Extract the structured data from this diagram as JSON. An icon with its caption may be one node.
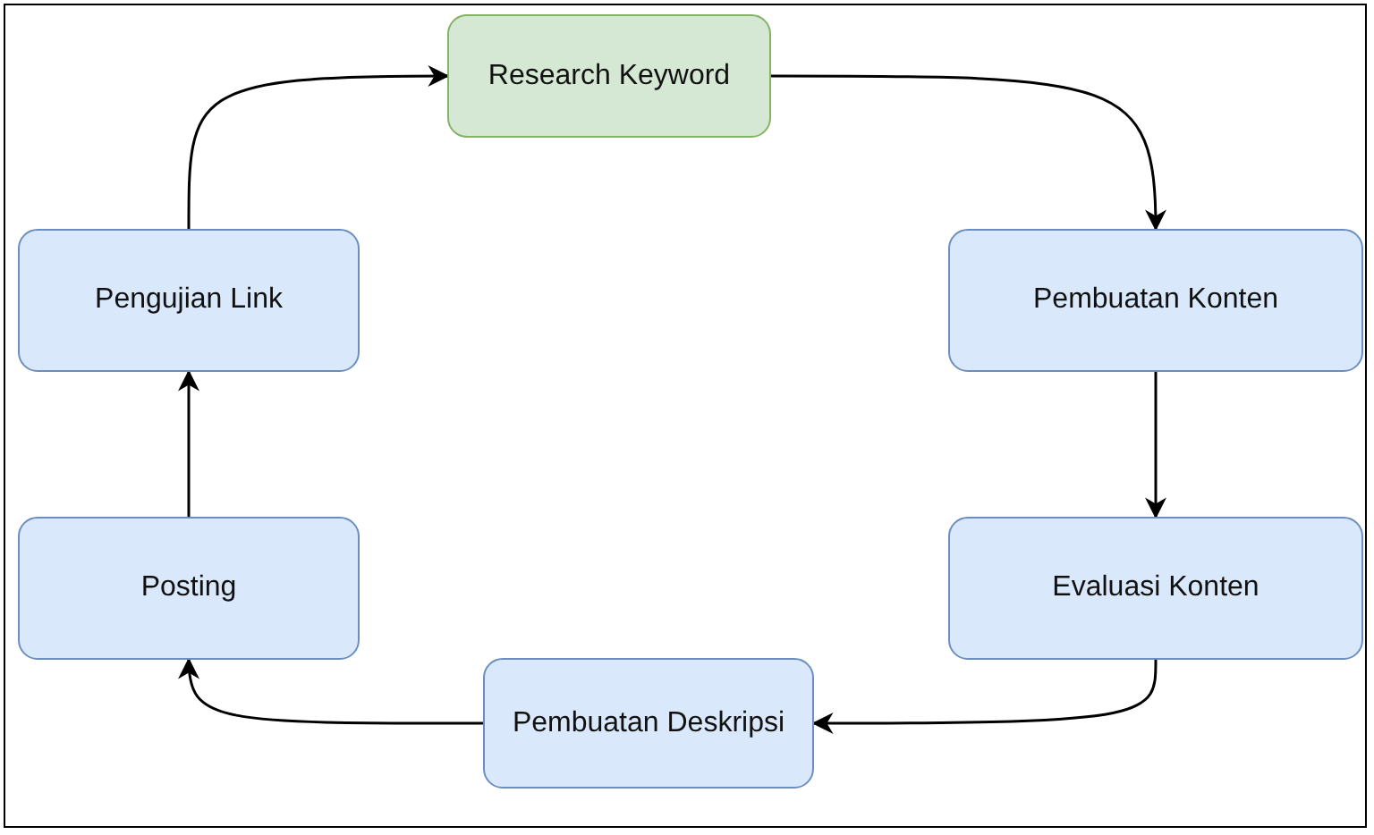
{
  "diagram": {
    "nodes": [
      {
        "text": [
          "Research Keyword"
        ]
      },
      {
        "text": [
          "Pembuatan Konten"
        ]
      },
      {
        "text": [
          "Evaluasi Konten"
        ]
      },
      {
        "text": [
          "Pembuatan Deskripsi"
        ]
      },
      {
        "text": [
          "Posting"
        ]
      },
      {
        "text": [
          "Pengujian Link"
        ]
      }
    ],
    "edges": [
      {
        "from": 0,
        "to": 1,
        "arrow": "to"
      },
      {
        "from": 1,
        "to": 2,
        "arrow": "to"
      },
      {
        "from": 2,
        "to": 3,
        "arrow": "to"
      },
      {
        "from": 3,
        "to": 4,
        "arrow": "to"
      },
      {
        "from": 4,
        "to": 5,
        "arrow": "to"
      },
      {
        "from": 5,
        "to": 0,
        "arrow": "to"
      }
    ]
  }
}
